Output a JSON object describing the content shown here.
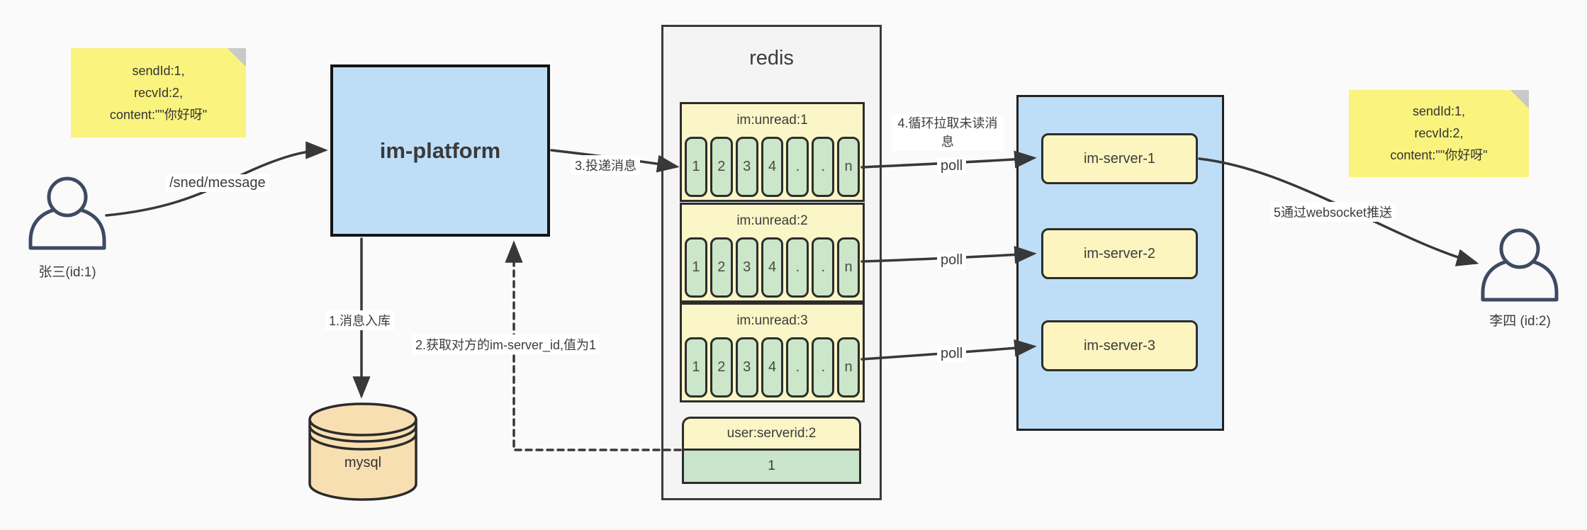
{
  "notes": {
    "left": {
      "lines": [
        "sendId:1,",
        "recvId:2,",
        "content:\"\"你好呀\""
      ]
    },
    "right": {
      "lines": [
        "sendId:1,",
        "recvId:2,",
        "content:\"\"你好呀\""
      ]
    }
  },
  "actors": {
    "sender": {
      "label": "张三(id:1)"
    },
    "receiver": {
      "label": "李四 (id:2)"
    }
  },
  "platform": {
    "label": "im-platform"
  },
  "database": {
    "label": "mysql"
  },
  "redis": {
    "title": "redis",
    "queues": [
      {
        "name": "im:unread:1",
        "cells": [
          "1",
          "2",
          "3",
          "4",
          ".",
          ".",
          "n"
        ]
      },
      {
        "name": "im:unread:2",
        "cells": [
          "1",
          "2",
          "3",
          "4",
          ".",
          ".",
          "n"
        ]
      },
      {
        "name": "im:unread:3",
        "cells": [
          "1",
          "2",
          "3",
          "4",
          ".",
          ".",
          "n"
        ]
      }
    ],
    "kv": {
      "key": "user:serverid:2",
      "value": "1"
    }
  },
  "cluster": {
    "servers": [
      "im-server-1",
      "im-server-2",
      "im-server-3"
    ]
  },
  "edges": {
    "send": "/sned/message",
    "step1": "1.消息入库",
    "step2": "2.获取对方的im-server_id,值为1",
    "step3": "3.投递消息",
    "step4_lines": [
      "4.循环拉取未读消",
      "息"
    ],
    "step5": "5通过websocket推送",
    "poll": "poll"
  },
  "colors": {
    "note_yellow": "#faf37e",
    "note_fold": "#c9c9c9",
    "box_blue": "#bedef7",
    "queue_yellow": "#fbf6c7",
    "cell_green": "#cbe6c8",
    "server_yellow": "#fcf5c0",
    "db_tan": "#f8dfb1",
    "redis_gray": "#f4f4f4",
    "line_dark": "#383838",
    "person_stroke": "#3d4a63"
  }
}
